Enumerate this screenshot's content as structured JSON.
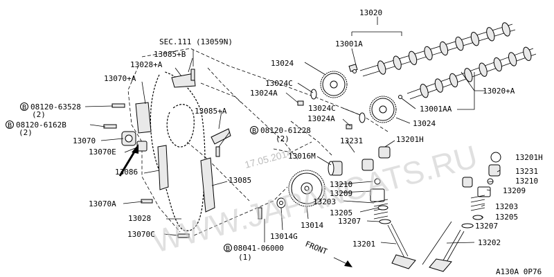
{
  "labels": {
    "p13020": "13020",
    "p13001A": "13001A",
    "sec111": "SEC.111 (13059N)",
    "p13085B": "13085+B",
    "p13028A": "13028+A",
    "p13024_top": "13024",
    "p13070A_plus": "13070+A",
    "p13024C_1": "13024C",
    "p13024A_1": "13024A",
    "p13024C_2": "13024C",
    "p13020A": "13020+A",
    "p13001AA": "13001AA",
    "b08120_63528": "08120-63528",
    "b08120_63528_qty": "(2)",
    "b08120_6162B": "08120-6162B",
    "b08120_6162B_qty": "(2)",
    "p13085A": "13085+A",
    "p13024A_2": "13024A",
    "p13024_right": "13024",
    "b08120_61228": "08120-61228",
    "b08120_61228_qty": "(2)",
    "p13070": "13070",
    "p13070E": "13070E",
    "p13231_l": "13231",
    "p13201H_l": "13201H",
    "p13016M": "13016M",
    "p13201H_r": "13201H",
    "p13086": "13086",
    "p13231_r": "13231",
    "p13210_l": "13210",
    "p13210_r": "13210",
    "p13085": "13085",
    "p13209_l": "13209",
    "p13209_r": "13209",
    "p13070A": "13070A",
    "p13203_l": "13203",
    "p13203_r": "13203",
    "p13205_l": "13205",
    "p13205_r": "13205",
    "p13028": "13028",
    "p13207_l": "13207",
    "p13207_r": "13207",
    "p13014": "13014",
    "p13014G": "13014G",
    "p13070C": "13070C",
    "p13201": "13201",
    "p13202": "13202",
    "b08041_06000": "08041-06000",
    "b08041_06000_qty": "(1)",
    "front": "FRONT",
    "figure_code": "A130A 0P76"
  },
  "bolt_marker": "B",
  "watermark": {
    "text": "WWW.JAPANCATS.RU",
    "date": "17.05.2014"
  }
}
